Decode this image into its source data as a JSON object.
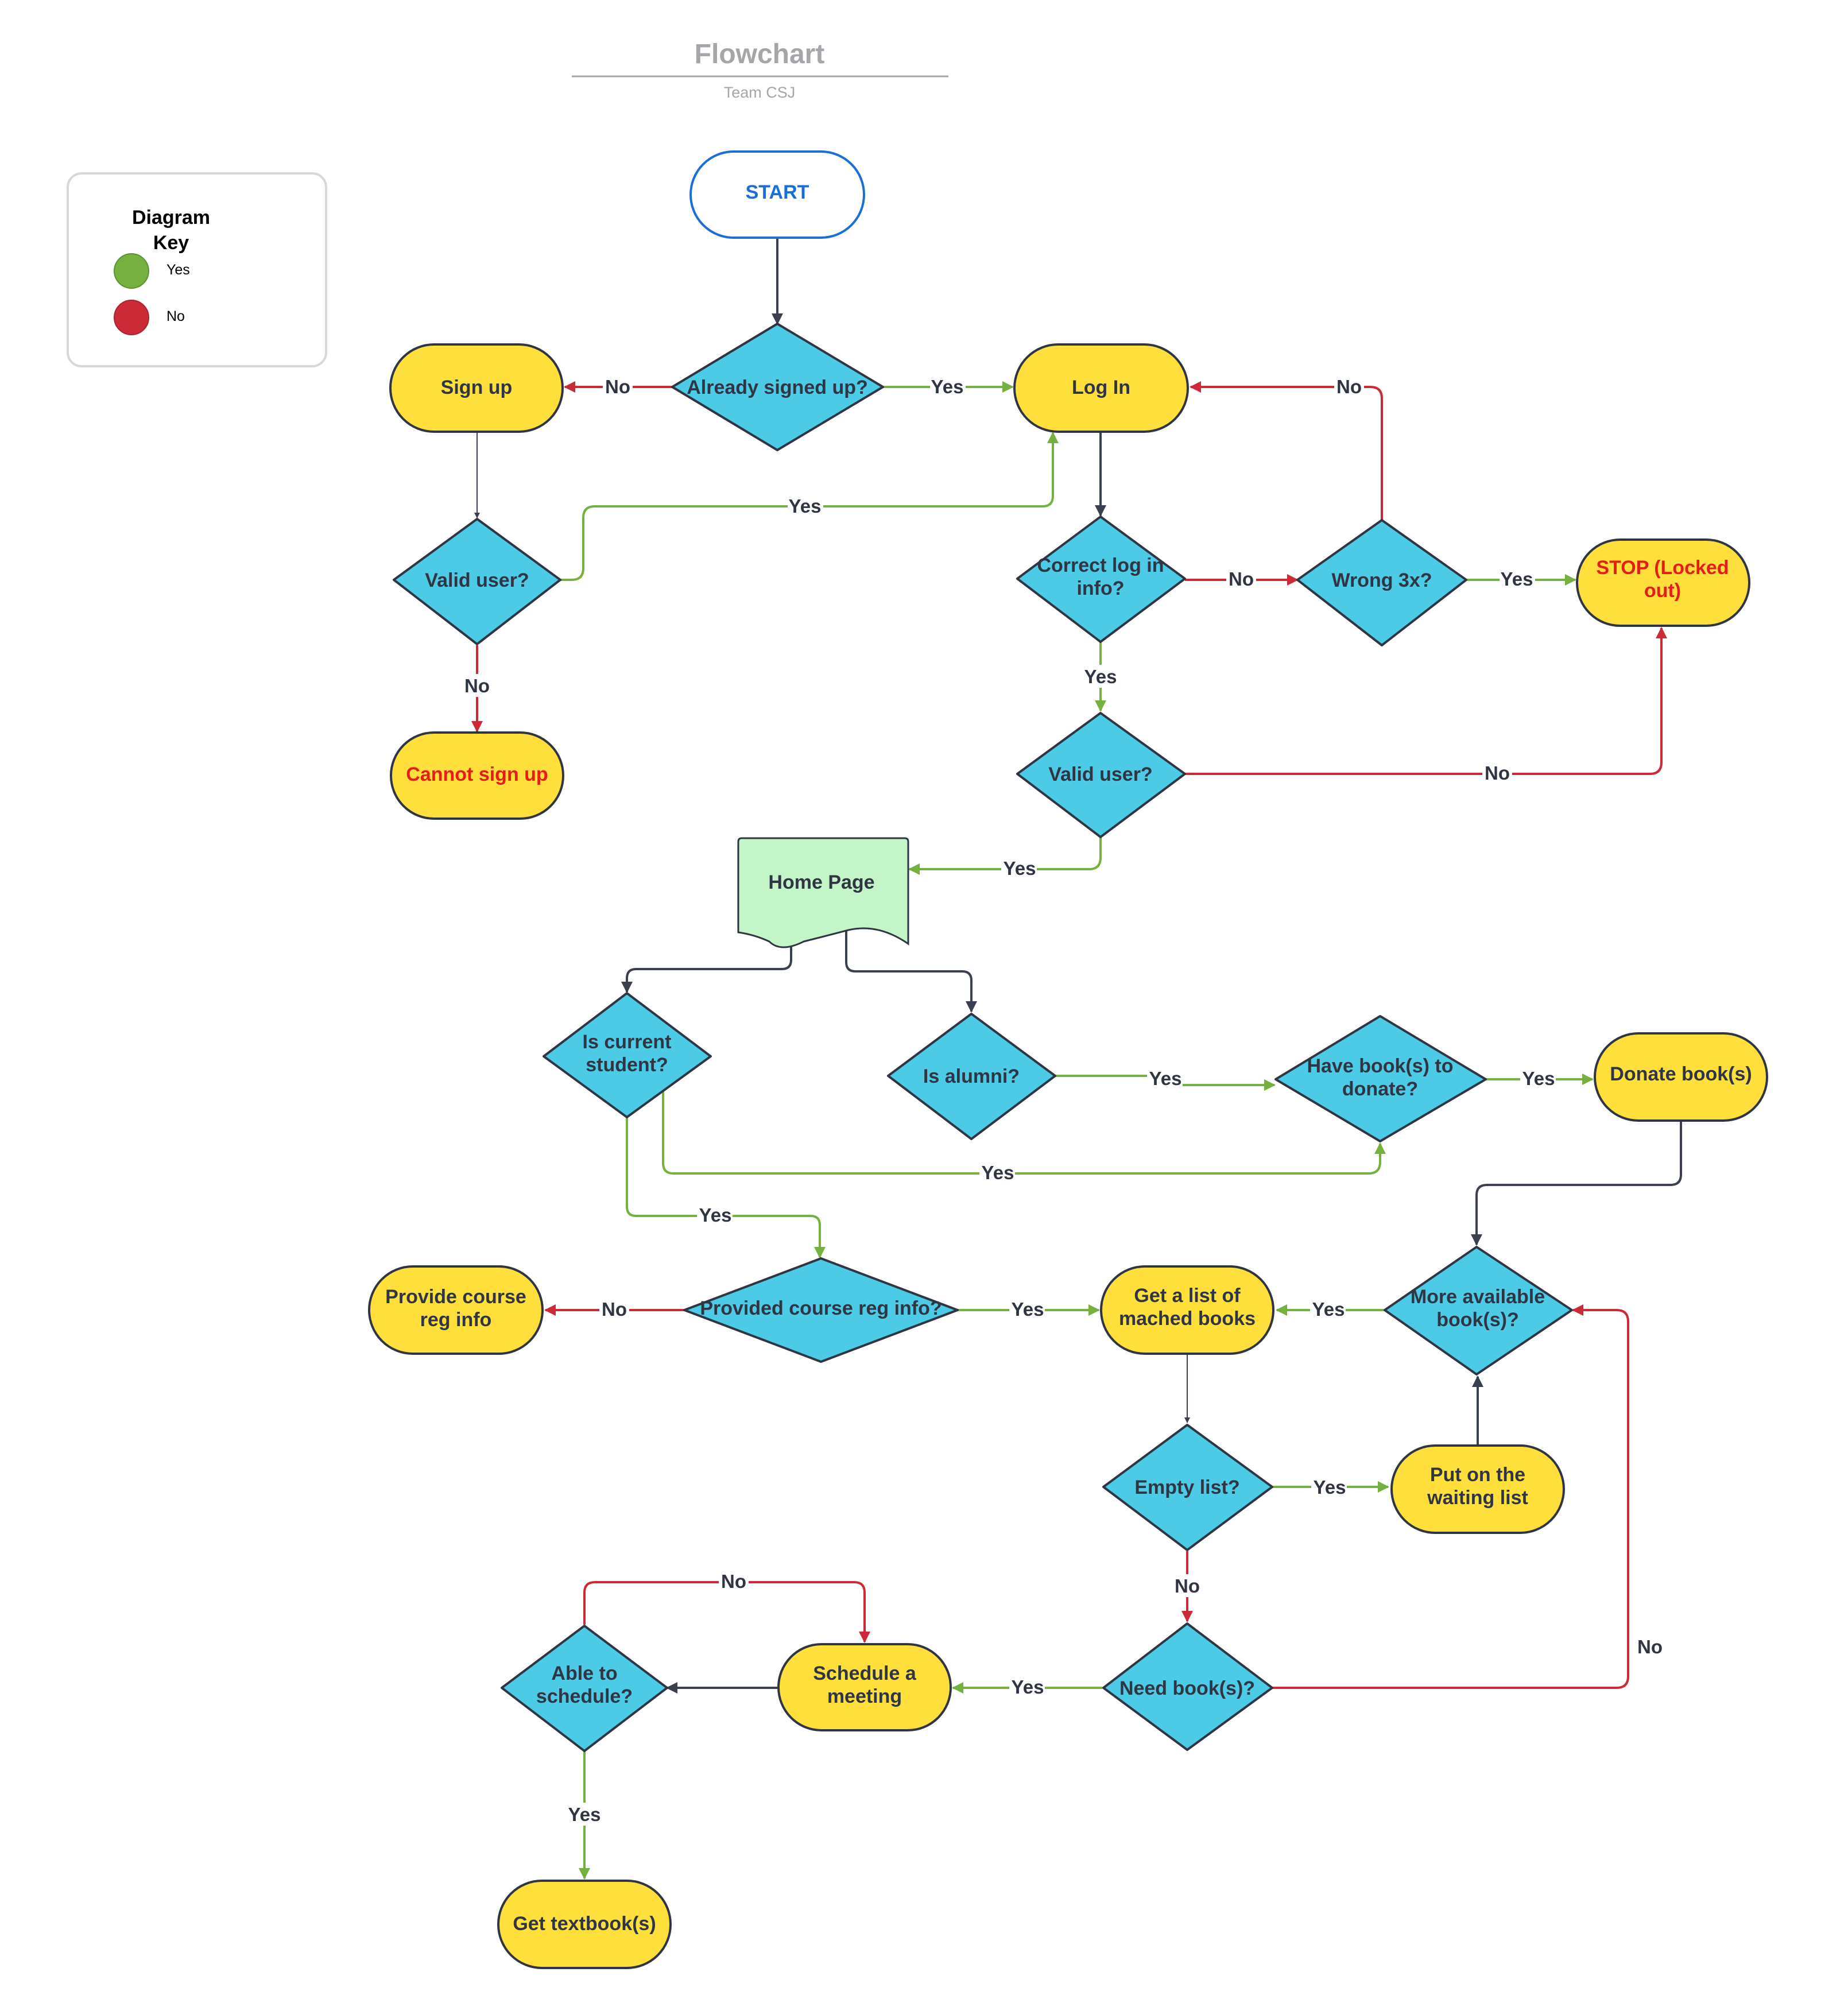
{
  "title": "Flowchart",
  "subtitle": "Team CSJ",
  "key": {
    "title_line1": "Diagram",
    "title_line2": "Key",
    "yes_label": "Yes",
    "no_label": "No"
  },
  "colors": {
    "yes": "#76b041",
    "no": "#cc2a36",
    "neutral": "#3b4050",
    "process_fill": "#ffdf3c",
    "decision_fill": "#4ccae6",
    "document_fill": "#c3f5c8",
    "start_stroke": "#1a6fd6",
    "alert_text": "#e81a1a"
  },
  "nodes": {
    "start": [
      "START"
    ],
    "already_signed_up": [
      "Already signed up?"
    ],
    "sign_up": [
      "Sign up"
    ],
    "log_in": [
      "Log In"
    ],
    "valid_user_signup": [
      "Valid user?"
    ],
    "cannot_sign_up": [
      "Cannot sign up"
    ],
    "correct_login": [
      "Correct log in",
      "info?"
    ],
    "wrong_3x": [
      "Wrong 3x?"
    ],
    "stop_locked": [
      "STOP (Locked",
      "out)"
    ],
    "valid_user_login": [
      "Valid user?"
    ],
    "home_page": [
      "Home Page"
    ],
    "is_current_student": [
      "Is current",
      "student?"
    ],
    "is_alumni": [
      "Is alumni?"
    ],
    "have_books": [
      "Have book(s) to",
      "donate?"
    ],
    "donate_books": [
      "Donate book(s)"
    ],
    "provide_course_reg": [
      "Provide course",
      "reg info"
    ],
    "provided_course_reg": [
      "Provided course reg info?"
    ],
    "get_list": [
      "Get a list of",
      "mached books"
    ],
    "more_available": [
      "More available",
      "book(s)?"
    ],
    "empty_list": [
      "Empty list?"
    ],
    "waiting_list": [
      "Put on the",
      "waiting list"
    ],
    "need_books": [
      "Need book(s)?"
    ],
    "schedule_meeting": [
      "Schedule a",
      "meeting"
    ],
    "able_to_schedule": [
      "Able to",
      "schedule?"
    ],
    "get_textbooks": [
      "Get textbook(s)"
    ]
  },
  "edge_labels": {
    "signed_no": "No",
    "signed_yes": "Yes",
    "valid_signup_yes": "Yes",
    "valid_signup_no": "No",
    "wrong3x_no": "No",
    "correct_no": "No",
    "wrong3x_yes": "Yes",
    "correct_yes": "Yes",
    "valid_login_no": "No",
    "valid_login_yes": "Yes",
    "alumni_yes": "Yes",
    "have_books_yes": "Yes",
    "student_to_donate_yes": "Yes",
    "student_yes": "Yes",
    "course_reg_no": "No",
    "course_reg_yes": "Yes",
    "more_available_yes": "Yes",
    "empty_list_yes": "Yes",
    "empty_list_no": "No",
    "need_books_no": "No",
    "need_books_yes": "Yes",
    "able_no": "No",
    "able_yes": "Yes"
  }
}
